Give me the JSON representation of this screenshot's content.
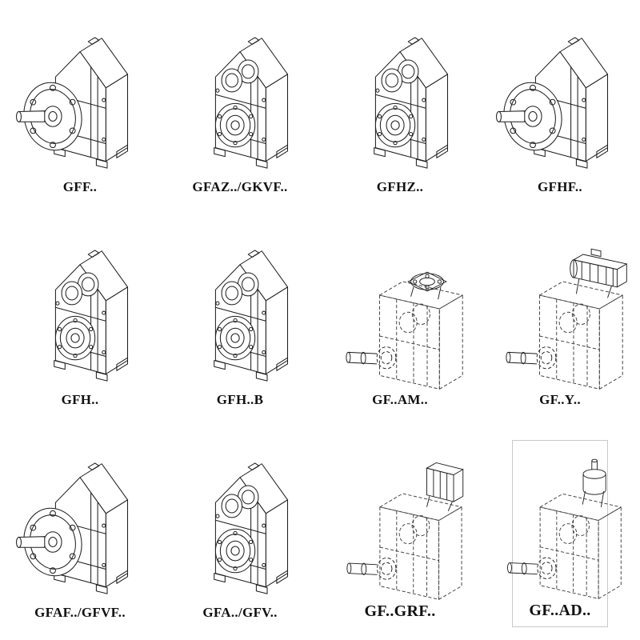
{
  "page": {
    "background_color": "#ffffff",
    "line_color": "#1c1c1c",
    "description_style": "catalog grid of gear unit variant line drawings"
  },
  "cells": [
    {
      "label": "GFF..",
      "drawing_style": "solid",
      "variant": "foot-mounted-flange-solid-shaft"
    },
    {
      "label": "GFAZ../GKVF..",
      "drawing_style": "solid",
      "variant": "hollow-shaft-face-bores"
    },
    {
      "label": "GFHZ..",
      "drawing_style": "solid",
      "variant": "hollow-shaft-face-bores"
    },
    {
      "label": "GFHF..",
      "drawing_style": "solid",
      "variant": "foot-mounted-flange-solid-shaft"
    },
    {
      "label": "GFH..",
      "drawing_style": "solid",
      "variant": "hollow-shaft-face-bores"
    },
    {
      "label": "GFH..B",
      "drawing_style": "solid",
      "variant": "hollow-shaft-face-bores"
    },
    {
      "label": "GF..AM..",
      "drawing_style": "phantom",
      "variant": "phantom-with-input-flange-top"
    },
    {
      "label": "GF..Y..",
      "drawing_style": "phantom",
      "variant": "phantom-with-motor-top"
    },
    {
      "label": "GFAF../GFVF..",
      "drawing_style": "solid",
      "variant": "foot-mounted-flange-solid-shaft"
    },
    {
      "label": "GFA../GFV..",
      "drawing_style": "solid",
      "variant": "hollow-shaft-face-bores"
    },
    {
      "label": "GF..GRF..",
      "drawing_style": "phantom",
      "variant": "phantom-with-gear-input-box-top"
    },
    {
      "label": "GF..AD..",
      "drawing_style": "phantom",
      "variant": "phantom-with-adapter-lantern-top"
    }
  ]
}
